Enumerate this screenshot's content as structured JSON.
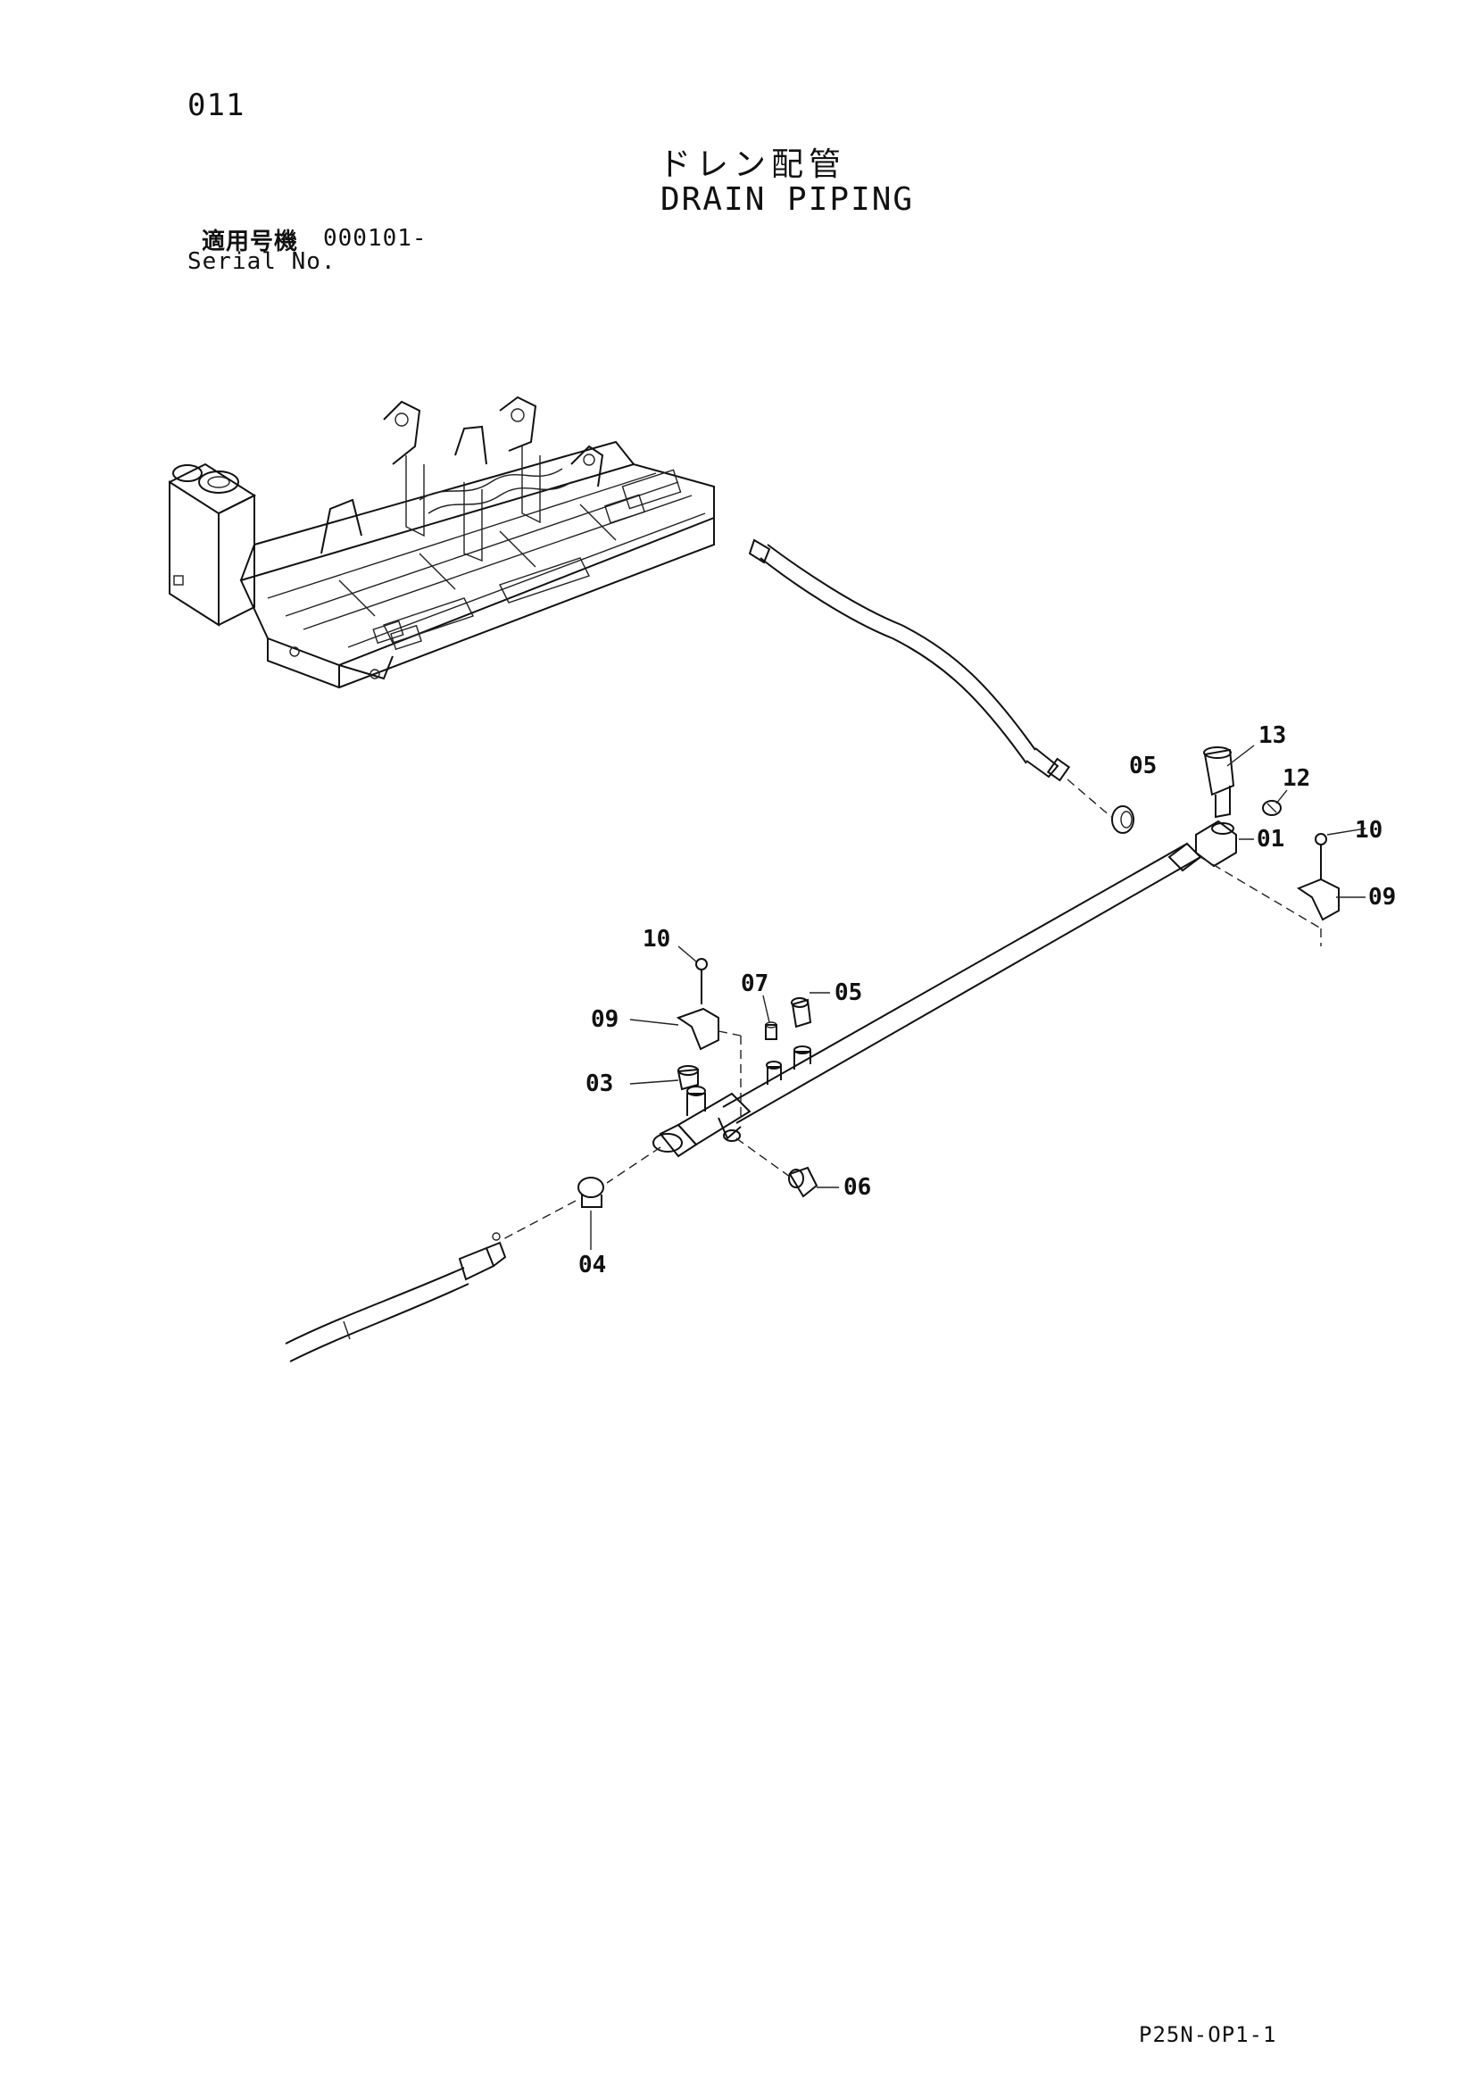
{
  "header": {
    "page_number": "011",
    "title_ja": "ドレン配管",
    "title_en": "DRAIN PIPING",
    "serial_label_ja": "適用号機",
    "serial_value": "000101-",
    "serial_label_en": "Serial No."
  },
  "callouts": [
    {
      "id": "13",
      "label": "13"
    },
    {
      "id": "12",
      "label": "12"
    },
    {
      "id": "05-top",
      "label": "05"
    },
    {
      "id": "01",
      "label": "01"
    },
    {
      "id": "10-right",
      "label": "10"
    },
    {
      "id": "09-right",
      "label": "09"
    },
    {
      "id": "10-left",
      "label": "10"
    },
    {
      "id": "07",
      "label": "07"
    },
    {
      "id": "05-mid",
      "label": "05"
    },
    {
      "id": "09-left",
      "label": "09"
    },
    {
      "id": "03",
      "label": "03"
    },
    {
      "id": "06",
      "label": "06"
    },
    {
      "id": "04",
      "label": "04"
    }
  ],
  "footer": {
    "drawing_code": "P25N-OP1-1"
  }
}
